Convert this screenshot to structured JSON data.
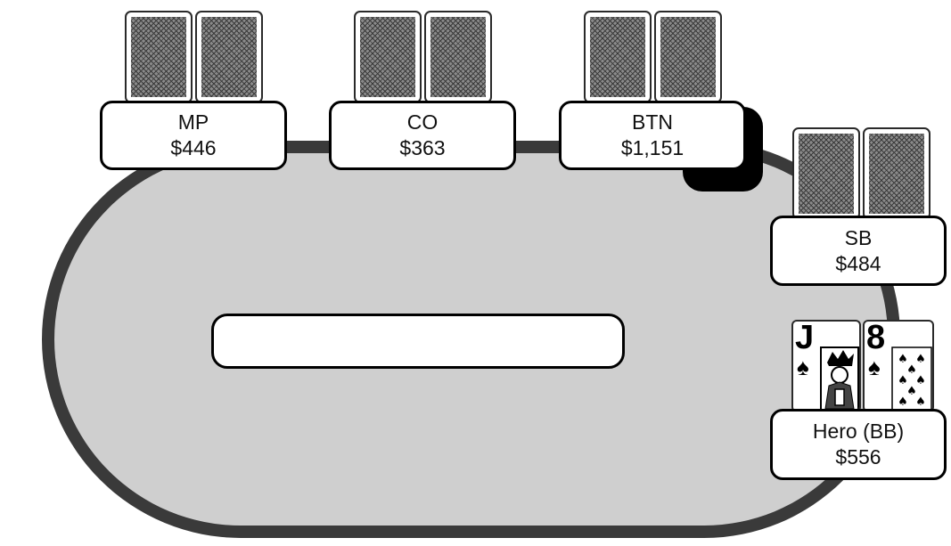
{
  "table": {
    "felt_color": "#cfcfcf",
    "rail_color": "#3a3a3a",
    "background": "#ffffff"
  },
  "board": {
    "cards": []
  },
  "dealer_button": {
    "seat": "BTN",
    "color": "#000000"
  },
  "seats": [
    {
      "position": "MP",
      "stack": "$446",
      "cards": "face-down"
    },
    {
      "position": "CO",
      "stack": "$363",
      "cards": "face-down"
    },
    {
      "position": "BTN",
      "stack": "$1,151",
      "cards": "face-down"
    },
    {
      "position": "SB",
      "stack": "$484",
      "cards": "face-down"
    },
    {
      "position": "Hero (BB)",
      "stack": "$556",
      "cards": "face-up",
      "hole_cards": [
        {
          "rank": "J",
          "suit": "♠"
        },
        {
          "rank": "8",
          "suit": "♠"
        }
      ]
    }
  ]
}
